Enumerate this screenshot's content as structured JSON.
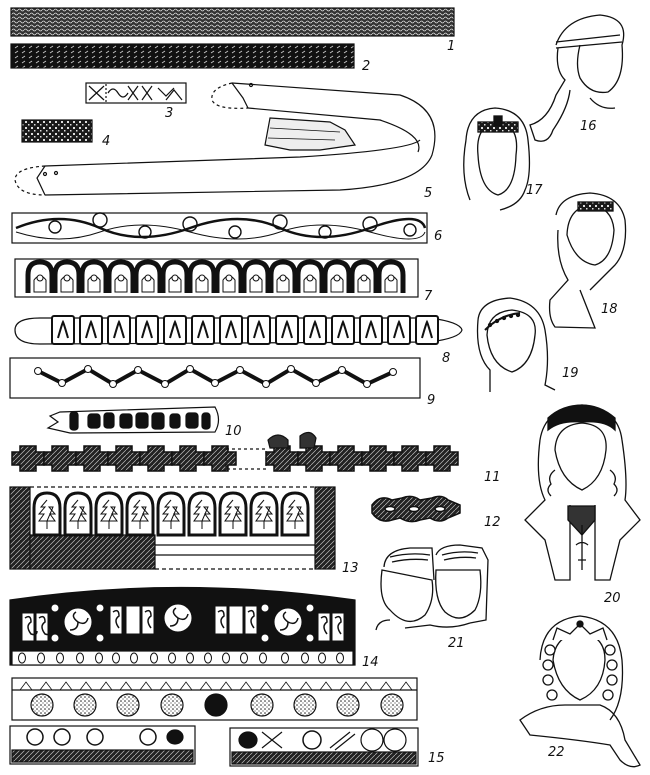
{
  "plate": {
    "figures": [
      {
        "id": "1",
        "label": "1",
        "type": "woven-band"
      },
      {
        "id": "2",
        "label": "2",
        "type": "woven-band-dark"
      },
      {
        "id": "3",
        "label": "3",
        "type": "embroidered-band-x-pattern"
      },
      {
        "id": "4",
        "label": "4",
        "type": "small-woven-fragment"
      },
      {
        "id": "5",
        "label": "5",
        "type": "leather-strap-fragment"
      },
      {
        "id": "6",
        "label": "6",
        "type": "scroll-ornament-band"
      },
      {
        "id": "7",
        "label": "7",
        "type": "arcade-plaque-band"
      },
      {
        "id": "8",
        "label": "8",
        "type": "plaque-belt"
      },
      {
        "id": "9",
        "label": "9",
        "type": "zigzag-bead-band"
      },
      {
        "id": "10",
        "label": "10",
        "type": "bead-fragment"
      },
      {
        "id": "11",
        "label": "11",
        "type": "cross-plaque-band"
      },
      {
        "id": "12",
        "label": "12",
        "type": "cross-plaque-fragment"
      },
      {
        "id": "13",
        "label": "13",
        "type": "arcade-embroidered-band"
      },
      {
        "id": "14",
        "label": "14",
        "type": "diadem-with-pendants"
      },
      {
        "id": "15",
        "label": "15",
        "type": "inlaid-bands"
      },
      {
        "id": "16",
        "label": "16",
        "type": "head-reconstruction"
      },
      {
        "id": "17",
        "label": "17",
        "type": "head-reconstruction"
      },
      {
        "id": "18",
        "label": "18",
        "type": "head-reconstruction"
      },
      {
        "id": "19",
        "label": "19",
        "type": "head-reconstruction"
      },
      {
        "id": "20",
        "label": "20",
        "type": "head-reconstruction"
      },
      {
        "id": "21",
        "label": "21",
        "type": "head-reconstruction-pair"
      },
      {
        "id": "22",
        "label": "22",
        "type": "head-reconstruction"
      }
    ]
  },
  "colors": {
    "ink": "#111111",
    "paper": "#ffffff"
  }
}
